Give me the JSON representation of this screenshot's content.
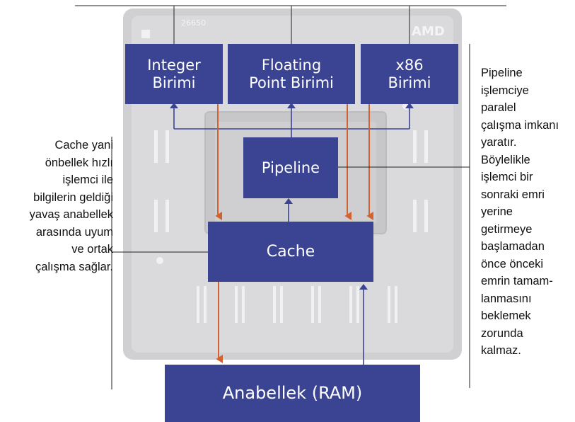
{
  "units": {
    "integer": "Integer\nBirimi",
    "floating_point": "Floating\nPoint Birimi",
    "x86": "x86\nBirimi",
    "pipeline": "Pipeline",
    "cache": "Cache",
    "ram": "Anabellek (RAM)"
  },
  "chip": {
    "brand": "AMD",
    "part_number": "26650"
  },
  "captions": {
    "cache": "Cache yani\nönbellek hızlı\nişlemci ile\nbilgilerin geldiği\nyavaş anabellek\narasında uyum\nve ortak\nçalışma sağlar.",
    "pipeline": "Pipeline\nişlemciye\nparalel\nçalışma imkanı\nyaratır.\nBöylelikle\nişlemci bir\nsonraki emri\nyerine\ngetirmeye\nbaşlamadan\nönce önceki\nemrin tamam-\nlanmasını\nbeklemek\nzorunda\nkalmaz."
  },
  "colors": {
    "unit_box": "#3b4493",
    "arrow_down": "#d2622f",
    "arrow_up": "#3b4493",
    "chip_body": "#d0cfd2"
  }
}
